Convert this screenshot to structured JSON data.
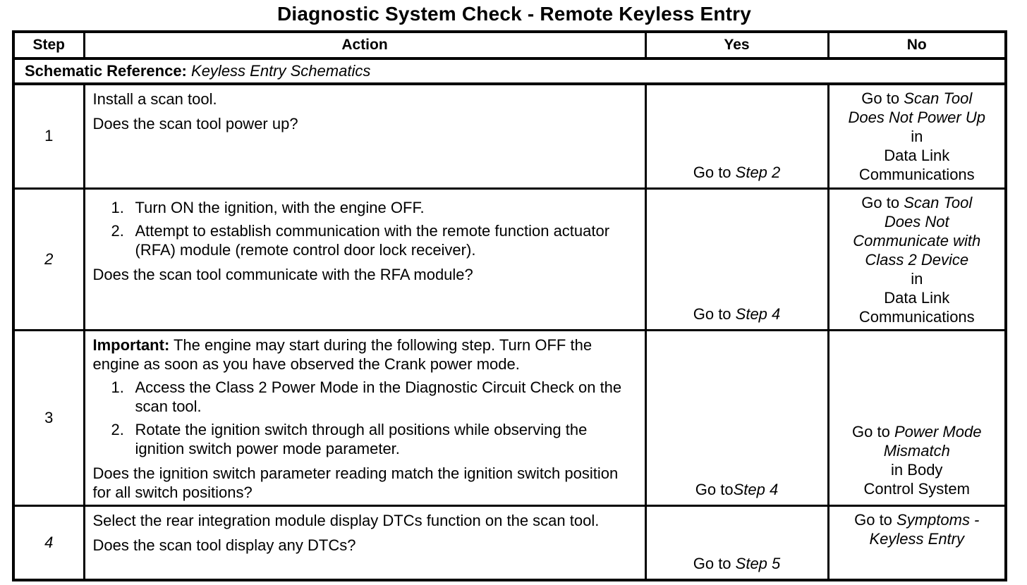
{
  "colors": {
    "text": "#000000",
    "background": "#ffffff",
    "border": "#000000"
  },
  "title": "Diagnostic System Check - Remote Keyless Entry",
  "table": {
    "headers": {
      "step": "Step",
      "action": "Action",
      "yes": "Yes",
      "no": "No"
    },
    "schematic": {
      "label": "Schematic Reference:",
      "value": "Keyless Entry Schematics"
    },
    "rows": [
      {
        "step": "1",
        "action": {
          "intro": "Install a scan tool.",
          "question": "Does the scan tool power up?"
        },
        "yes": {
          "prefix": "Go to ",
          "target": "Step 2"
        },
        "no": {
          "prefix": "Go to ",
          "italic_lines": [
            "Scan Tool",
            "Does Not Power Up"
          ],
          "plain_lines": [
            "in",
            "Data Link",
            "Communications"
          ]
        }
      },
      {
        "step": "2",
        "action": {
          "list": [
            {
              "num": "1.",
              "text": "Turn ON the ignition, with the engine OFF."
            },
            {
              "num": "2.",
              "text": "Attempt to establish communication with the remote function actuator (RFA) module (remote control door lock receiver)."
            }
          ],
          "question": "Does the scan tool communicate with the RFA module?"
        },
        "yes": {
          "prefix": "Go to ",
          "target": "Step 4"
        },
        "no": {
          "prefix": "Go to ",
          "italic_lines": [
            "Scan Tool",
            "Does Not",
            "Communicate with",
            "Class 2 Device"
          ],
          "plain_lines": [
            "in",
            "Data Link",
            "Communications"
          ]
        }
      },
      {
        "step": "3",
        "action": {
          "important_label": "Important:",
          "important_text": "The engine may start during the following step. Turn OFF the engine as soon as you have observed the Crank power mode.",
          "list": [
            {
              "num": "1.",
              "text": "Access the Class 2 Power Mode in the Diagnostic Circuit Check on the scan tool."
            },
            {
              "num": "2.",
              "text": "Rotate the ignition switch through all positions while observing the ignition switch power mode parameter."
            }
          ],
          "question": "Does the ignition switch parameter reading match the ignition switch position for all switch positions?"
        },
        "yes": {
          "prefix": "Go to",
          "target": "Step 4"
        },
        "no": {
          "prefix": "Go to ",
          "italic_lines": [
            "Power Mode",
            "Mismatch"
          ],
          "plain_lines": [
            "in Body",
            "Control System"
          ]
        }
      },
      {
        "step": "4",
        "action": {
          "intro": "Select the rear integration module display DTCs function on the scan tool.",
          "question": "Does the scan tool display any DTCs?"
        },
        "yes": {
          "prefix": "Go to ",
          "target": "Step 5"
        },
        "no": {
          "prefix": "Go to ",
          "italic_lines": [
            "Symptoms -",
            "Keyless Entry"
          ],
          "plain_lines": []
        }
      }
    ]
  }
}
